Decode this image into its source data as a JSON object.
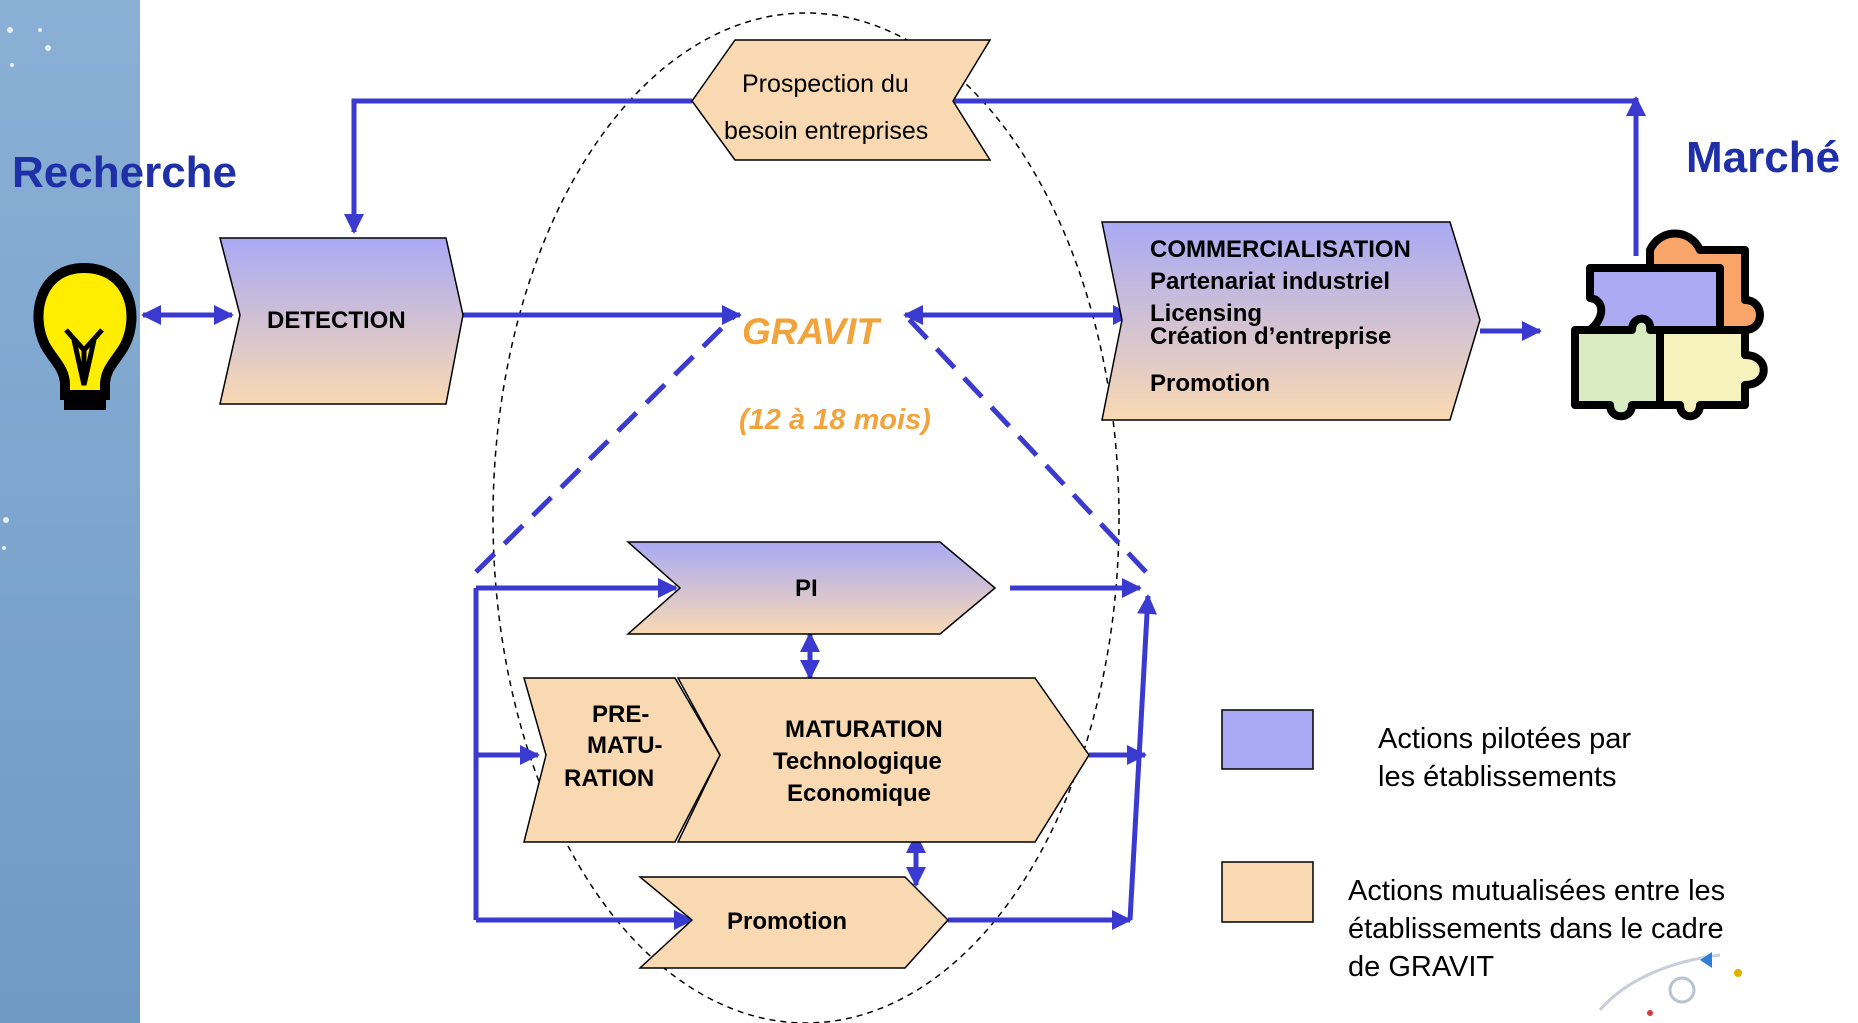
{
  "colors": {
    "sidebar": "#7FA6CC",
    "arrow": "#3A3AD0",
    "title": "#1F2FA8",
    "gravit": "#F2A33A",
    "purple": "#A9A9F5",
    "peach": "#F9D9B2"
  },
  "titles": {
    "left": "Recherche",
    "right": "Marché"
  },
  "nodes": {
    "prospection": {
      "line1": "Prospection du",
      "line2": "besoin entreprises"
    },
    "detection": {
      "label": "DETECTION"
    },
    "commercialisation": {
      "lines": [
        "COMMERCIALISATION",
        "Partenariat  industriel",
        "Licensing",
        "Création d’entreprise",
        "Promotion"
      ]
    },
    "pi": {
      "label": "PI"
    },
    "prematuration": {
      "lines": [
        "PRE-",
        "MATU-",
        "RATION"
      ]
    },
    "maturation": {
      "lines": [
        "MATURATION",
        "Technologique",
        "Economique"
      ]
    },
    "promotion": {
      "label": "Promotion"
    }
  },
  "gravit": {
    "name": "GRAVIT",
    "duration": "(12 à 18 mois)"
  },
  "legend": {
    "piloted": {
      "lines": [
        "Actions pilotées par",
        "les établissements"
      ]
    },
    "shared": {
      "lines": [
        "Actions mutualisées entre les",
        "établissements dans le cadre",
        "de GRAVIT"
      ]
    }
  },
  "icons": [
    "lightbulb-icon",
    "puzzle-icon",
    "logo-icon"
  ]
}
